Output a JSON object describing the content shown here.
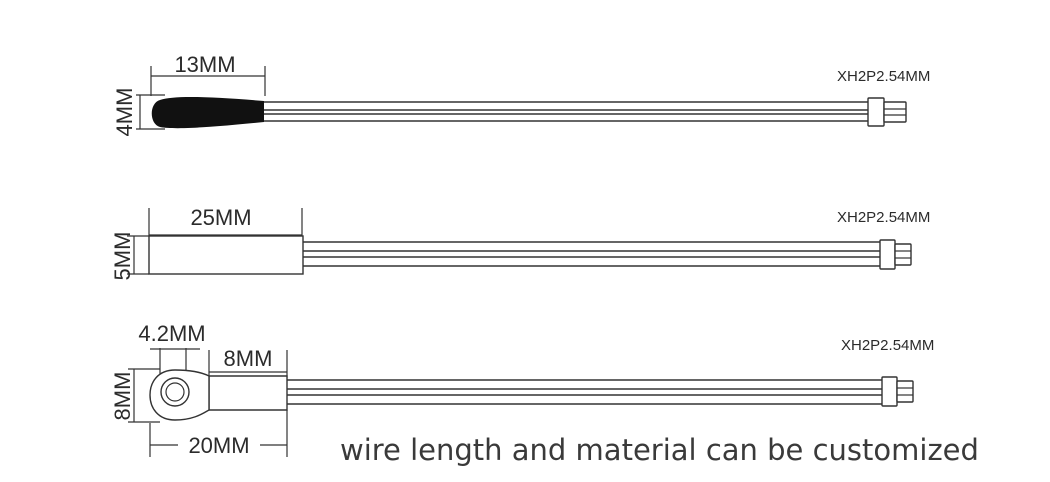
{
  "sensors": [
    {
      "name": "epoxy-bead-probe",
      "length_label": "13MM",
      "diameter_label": "4MM",
      "connector_label": "XH2P2.54MM"
    },
    {
      "name": "tube-probe",
      "length_label": "25MM",
      "diameter_label": "5MM",
      "connector_label": "XH2P2.54MM"
    },
    {
      "name": "ring-lug-probe",
      "hole_label": "4.2MM",
      "barrel_label": "8MM",
      "height_label": "8MM",
      "total_length_label": "20MM",
      "connector_label": "XH2P2.54MM"
    }
  ],
  "note": "wire length and material can be customized"
}
